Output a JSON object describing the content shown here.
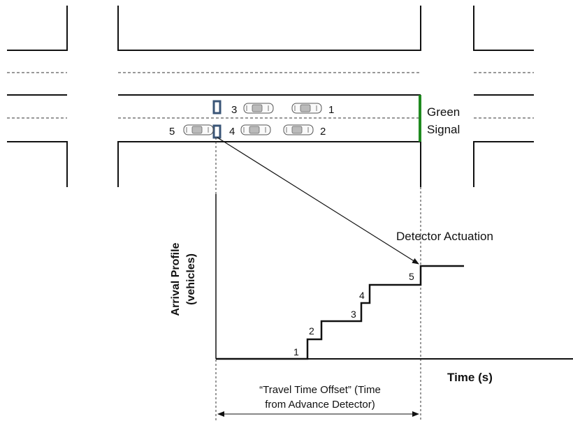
{
  "signal": {
    "line1": "Green",
    "line2": "Signal",
    "color": "#1f8a1f"
  },
  "detector_color": "#3a5577",
  "vehicles": [
    {
      "label": "1",
      "lane": "upper"
    },
    {
      "label": "2",
      "lane": "lower"
    },
    {
      "label": "3",
      "lane": "upper"
    },
    {
      "label": "4",
      "lane": "lower"
    },
    {
      "label": "5",
      "lane": "lower"
    }
  ],
  "annotation": "Detector Actuation",
  "y_axis": {
    "line1": "Arrival Profile",
    "line2": "(vehicles)"
  },
  "x_axis": {
    "label": "Time (s)"
  },
  "offset_label": {
    "line1": "“Travel Time Offset” (Time",
    "line2": "from Advance Detector)"
  },
  "step_labels": [
    "1",
    "2",
    "3",
    "4",
    "5"
  ]
}
